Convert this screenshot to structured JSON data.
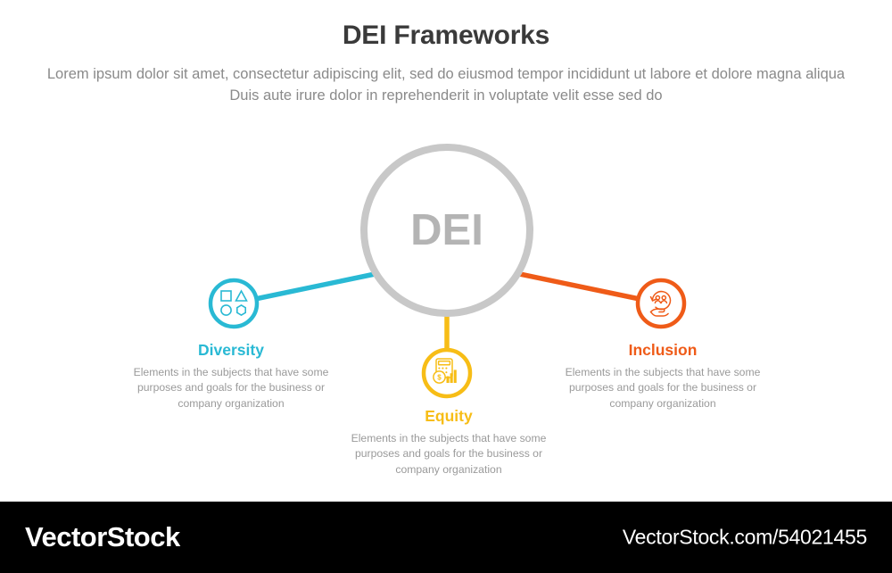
{
  "header": {
    "title": "DEI Frameworks",
    "subtitle": "Lorem ipsum dolor sit amet, consectetur adipiscing elit, sed do eiusmod tempor incididunt ut labore et dolore magna aliqua Duis aute irure dolor in reprehenderit in voluptate velit esse sed do"
  },
  "diagram": {
    "center": {
      "label": "DEI",
      "ring_color": "#c8c8c8",
      "text_color": "#b4b4b4"
    },
    "nodes": [
      {
        "id": "diversity",
        "title": "Diversity",
        "description": "Elements in the subjects that have some purposes and goals for the business or company organization",
        "color": "#29b9d4",
        "icon": "shapes-icon"
      },
      {
        "id": "equity",
        "title": "Equity",
        "description": "Elements in the subjects that have some purposes and goals for the business or company organization",
        "color": "#f7bd16",
        "icon": "calculator-chart-money-icon"
      },
      {
        "id": "inclusion",
        "title": "Inclusion",
        "description": "Elements in the subjects that have some purposes and goals for the business or company organization",
        "color": "#ef5b18",
        "icon": "people-hand-icon"
      }
    ]
  },
  "footer": {
    "brand": "VectorStock",
    "url": "VectorStock.com/54021455",
    "background": "#000000"
  }
}
